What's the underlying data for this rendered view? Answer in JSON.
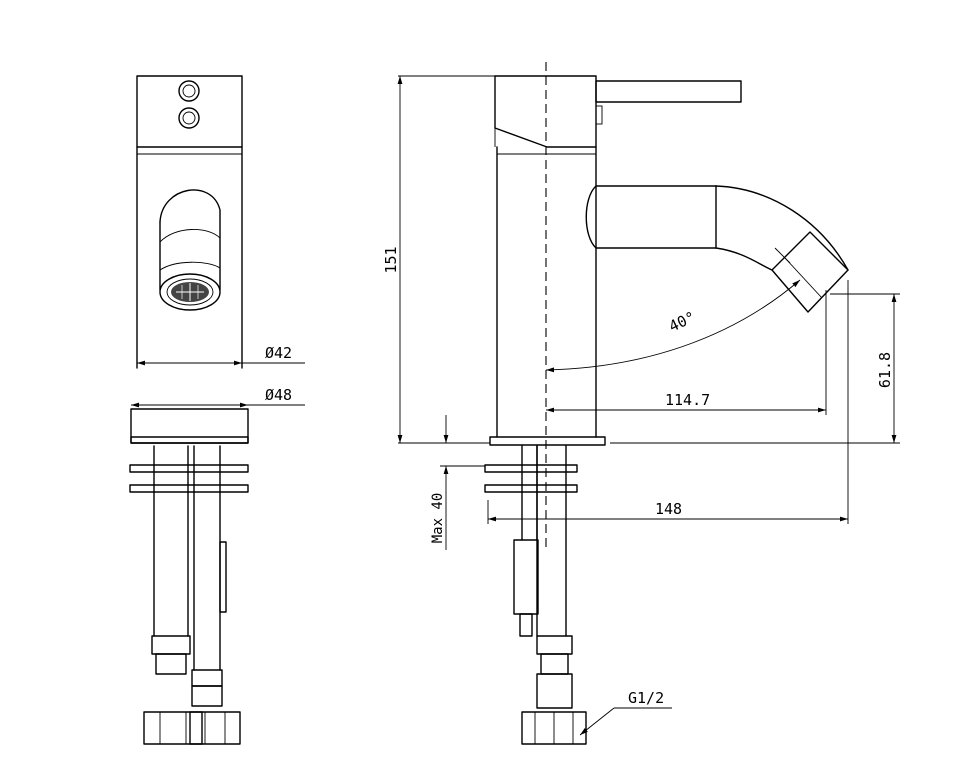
{
  "dimensions": {
    "diameter_body": "Ø42",
    "diameter_base": "Ø48",
    "height_total": "151",
    "angle": "40°",
    "spout_reach_axis": "114.7",
    "spout_height": "61.8",
    "overall_length": "148",
    "max_thickness": "Max 40",
    "thread": "G1/2"
  }
}
